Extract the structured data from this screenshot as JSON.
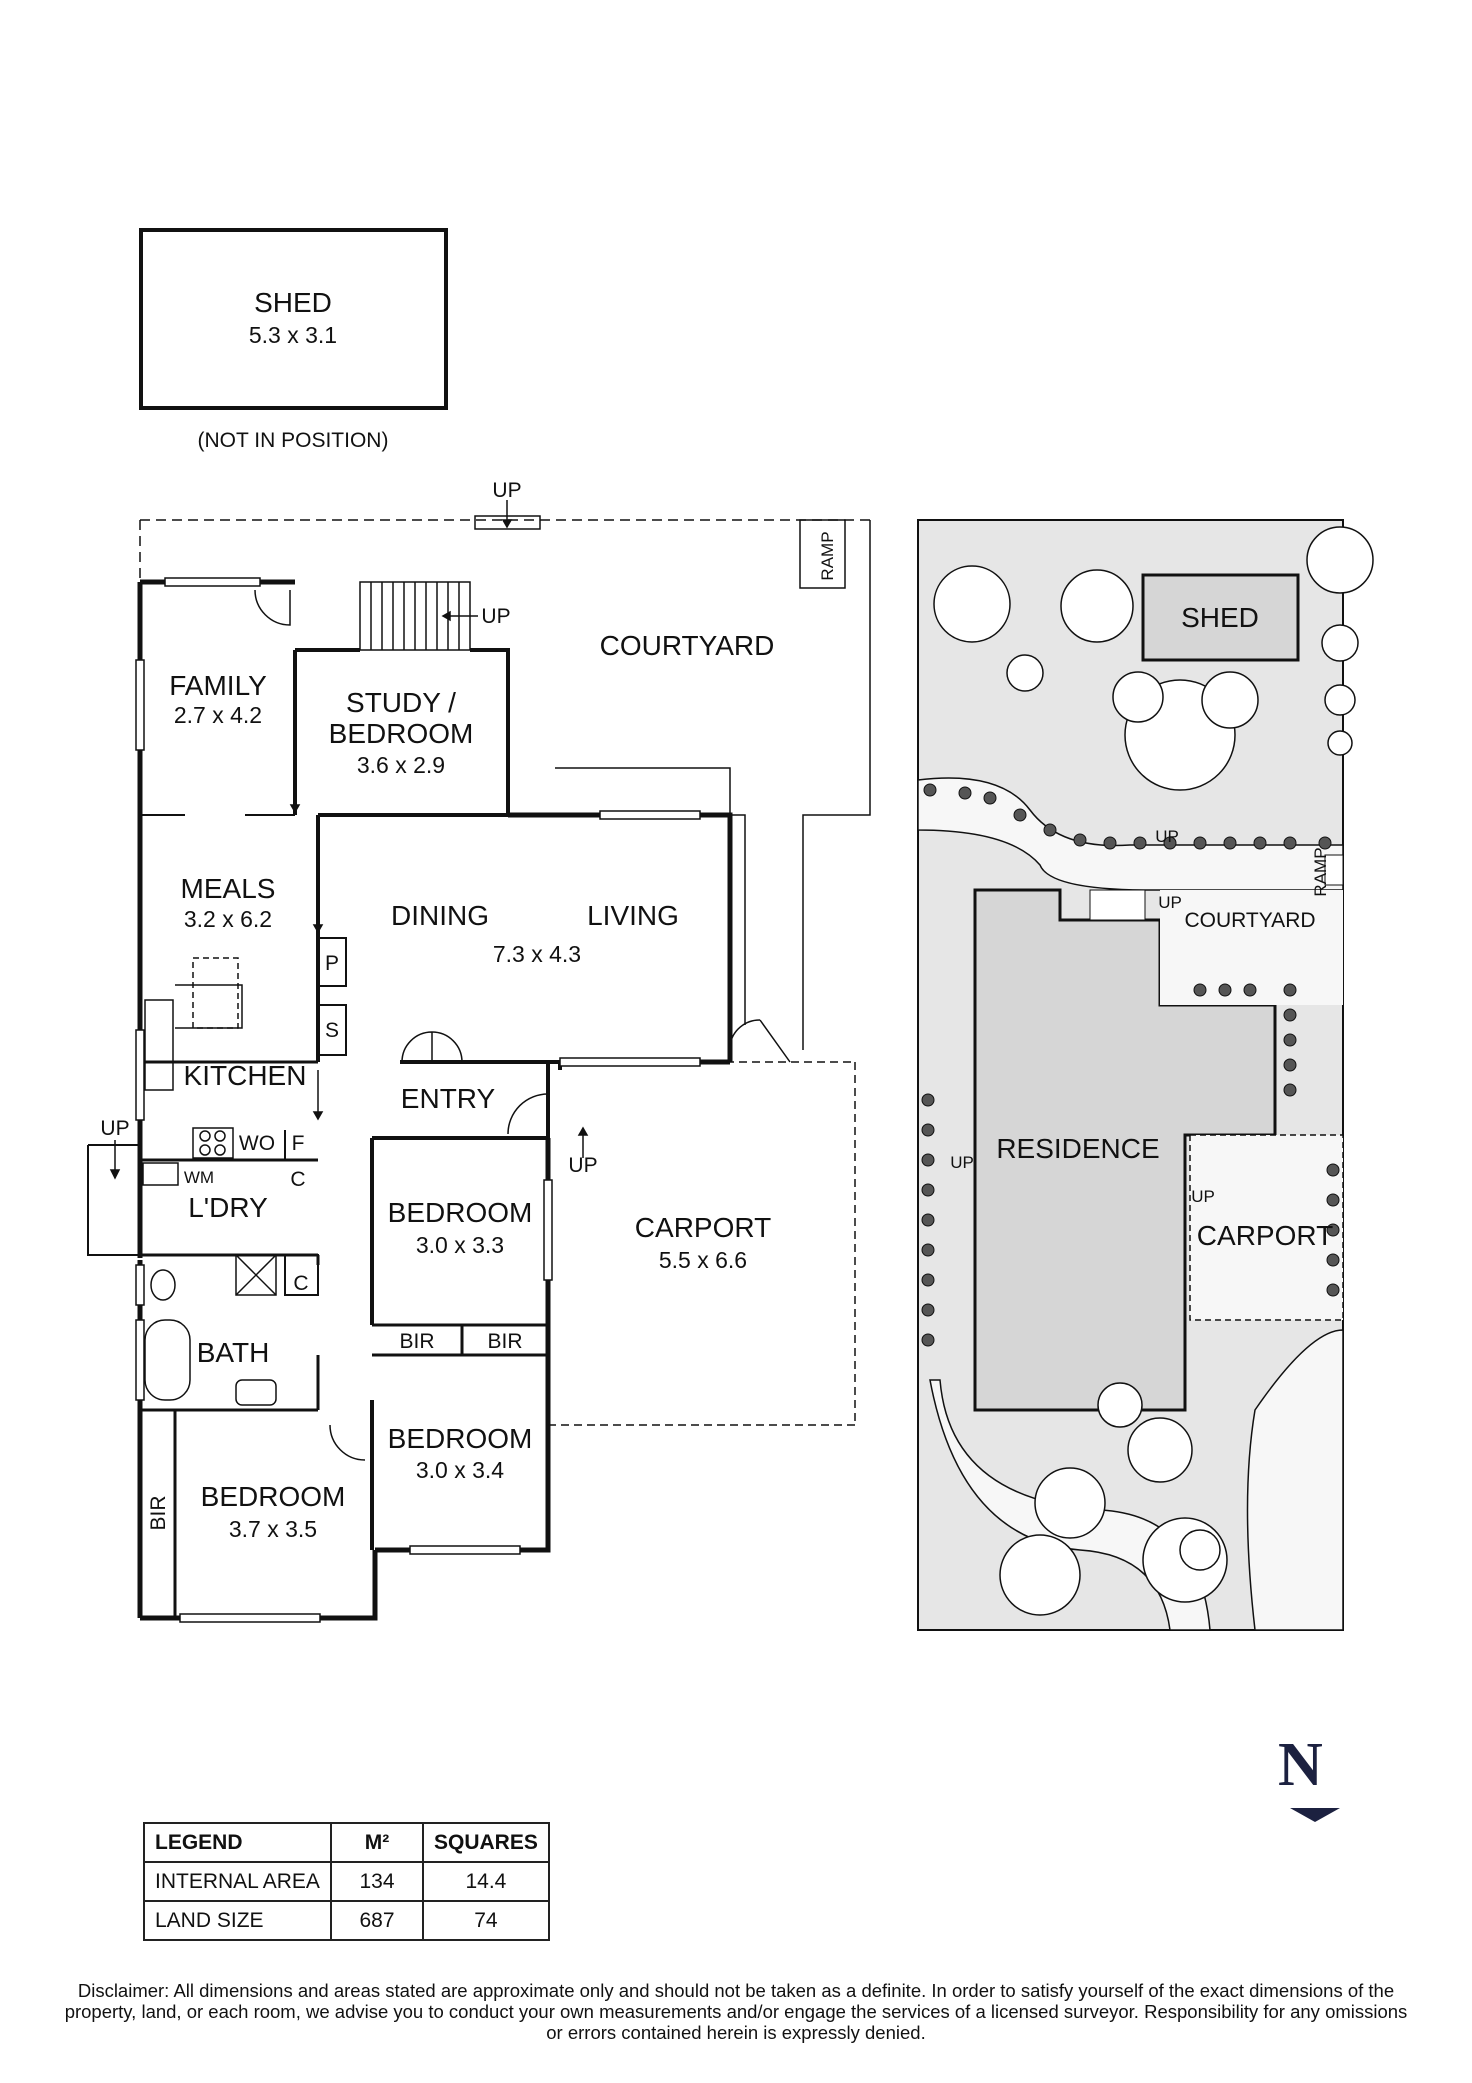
{
  "shed": {
    "name": "SHED",
    "dim": "5.3 x 3.1",
    "note": "(NOT IN POSITION)"
  },
  "rooms": {
    "family": {
      "name": "FAMILY",
      "dim": "2.7 x 4.2"
    },
    "study": {
      "name1": "STUDY /",
      "name2": "BEDROOM",
      "dim": "3.6 x 2.9"
    },
    "courtyard": "COURTYARD",
    "meals": {
      "name": "MEALS",
      "dim": "3.2 x 6.2"
    },
    "dining": "DINING",
    "living": "LIVING",
    "dining_living_dim": "7.3 x 4.3",
    "kitchen": "KITCHEN",
    "entry": "ENTRY",
    "laundry": "L'DRY",
    "bath": "BATH",
    "bed2": {
      "name": "BEDROOM",
      "dim": "3.0 x 3.3"
    },
    "bed3": {
      "name": "BEDROOM",
      "dim": "3.0 x 3.4"
    },
    "bed1": {
      "name": "BEDROOM",
      "dim": "3.7 x 3.5"
    },
    "carport": {
      "name": "CARPORT",
      "dim": "5.5 x 6.6"
    }
  },
  "fixtures": {
    "up": "UP",
    "ramp": "RAMP",
    "pantry": "P",
    "store": "S",
    "wo": "WO",
    "fridge": "F",
    "cupboard": "C",
    "wm": "WM",
    "bir": "BIR"
  },
  "site": {
    "shed": "SHED",
    "courtyard": "COURTYARD",
    "residence": "RESIDENCE",
    "carport": "CARPORT",
    "up": "UP",
    "ramp": "RAMP"
  },
  "legend": {
    "headers": [
      "LEGEND",
      "M²",
      "SQUARES"
    ],
    "rows": [
      {
        "label": "INTERNAL AREA",
        "m2": "134",
        "squares": "14.4"
      },
      {
        "label": "LAND SIZE",
        "m2": "687",
        "squares": "74"
      }
    ]
  },
  "north": "N",
  "disclaimer": "Disclaimer: All dimensions and areas stated are approximate only and should not be taken as a definite. In order to satisfy yourself of the exact dimensions of the property, land, or each room, we advise you to conduct your own measurements and/or engage the services of a licensed surveyor. Responsibility for any omissions or errors contained herein is expressly denied."
}
